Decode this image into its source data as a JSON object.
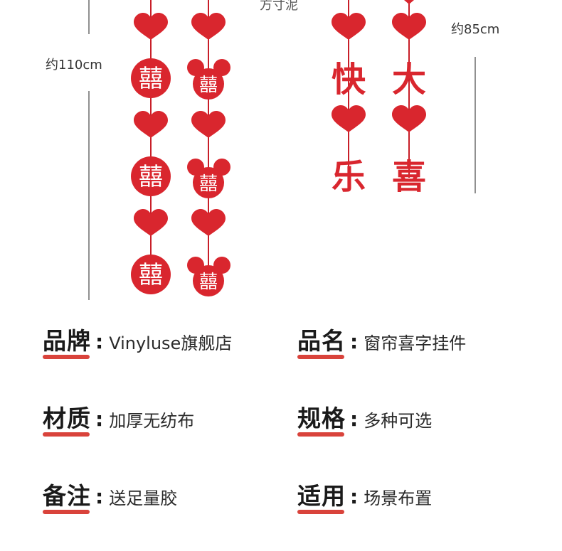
{
  "image": {
    "top_cut_text": "方寸泥",
    "height_left_label": "约110cm",
    "height_right_label": "约85cm",
    "characters": {
      "double_happiness": "囍",
      "right_col_a": [
        "快",
        "乐"
      ],
      "right_col_b": [
        "大",
        "喜"
      ]
    },
    "colors": {
      "ornament_red": "#d9262e",
      "string_red": "#c81e28",
      "underline": "#d9433b"
    }
  },
  "specs": [
    {
      "key": "品牌",
      "colon": ":",
      "value": "Vinyluse旗舰店"
    },
    {
      "key": "品名",
      "colon": ":",
      "value": "窗帘喜字挂件"
    },
    {
      "key": "材质",
      "colon": ":",
      "value": "加厚无纺布"
    },
    {
      "key": "规格",
      "colon": ":",
      "value": "多种可选"
    },
    {
      "key": "备注",
      "colon": ":",
      "value": "送足量胶"
    },
    {
      "key": "适用",
      "colon": ":",
      "value": "场景布置"
    }
  ]
}
